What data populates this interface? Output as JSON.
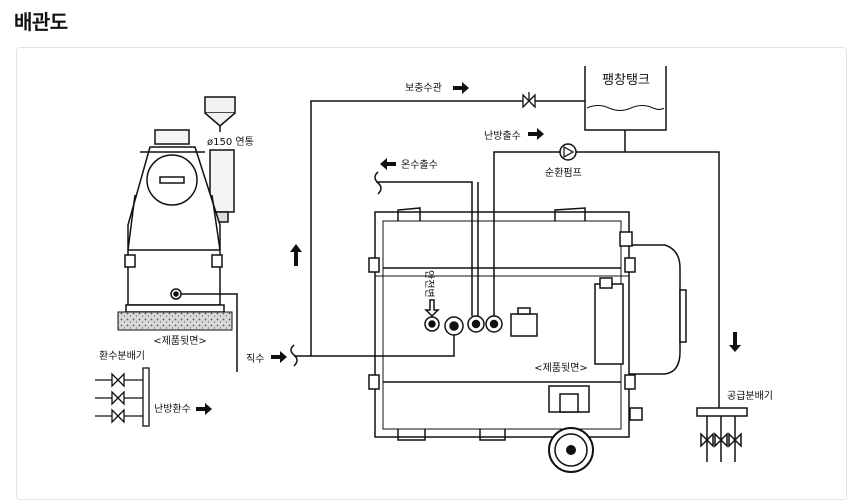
{
  "page": {
    "title": "배관도"
  },
  "diagram": {
    "labels": {
      "vent": "ø150 연통",
      "rear_left": "<제품뒷면>",
      "return_header": "환수분배기",
      "heating_return": "난방환수",
      "direct_water": "직수",
      "makeup_pipe": "보충수관",
      "heating_outlet": "난방출수",
      "hot_water_out": "온수출수",
      "safety_valve": "안전변",
      "rear_right": "<제품뒷면>",
      "expansion_tank": "팽창탱크",
      "circulation_pump": "순환펌프",
      "supply_header": "공급분배기"
    }
  }
}
